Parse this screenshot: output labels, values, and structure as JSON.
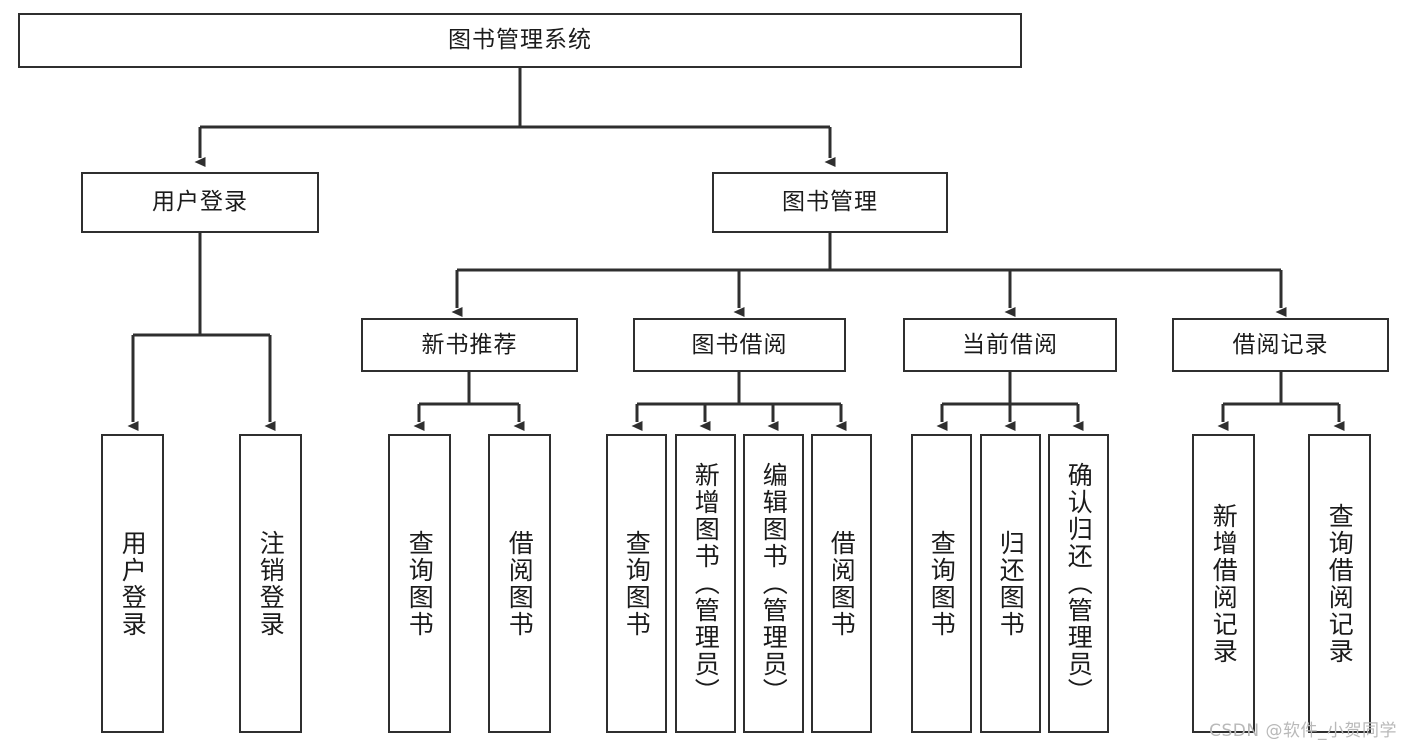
{
  "diagram": {
    "type": "tree",
    "title": "图书管理系统",
    "watermark": "CSDN @软件_小贺同学",
    "colors": {
      "background": "#ffffff",
      "box_border": "#2f2f2f",
      "box_fill": "#ffffff",
      "connector": "#2f2f2f",
      "text": "#1b1b1b",
      "watermark": "#b9b9b9"
    },
    "root": {
      "label": "图书管理系统"
    },
    "level2": [
      {
        "label": "用户登录"
      },
      {
        "label": "图书管理"
      }
    ],
    "level3": [
      {
        "label": "新书推荐"
      },
      {
        "label": "图书借阅"
      },
      {
        "label": "当前借阅"
      },
      {
        "label": "借阅记录"
      }
    ],
    "leaves": {
      "user_login": [
        {
          "label": "用户登录"
        },
        {
          "label": "注销登录"
        }
      ],
      "new_book_recommend": [
        {
          "label": "查询图书"
        },
        {
          "label": "借阅图书"
        }
      ],
      "book_borrow": [
        {
          "label": "查询图书"
        },
        {
          "label": "新增图书（管理员）"
        },
        {
          "label": "编辑图书（管理员）"
        },
        {
          "label": "借阅图书"
        }
      ],
      "current_borrow": [
        {
          "label": "查询图书"
        },
        {
          "label": "归还图书"
        },
        {
          "label": "确认归还（管理员）"
        }
      ],
      "borrow_record": [
        {
          "label": "新增借阅记录"
        },
        {
          "label": "查询借阅记录"
        }
      ]
    }
  }
}
